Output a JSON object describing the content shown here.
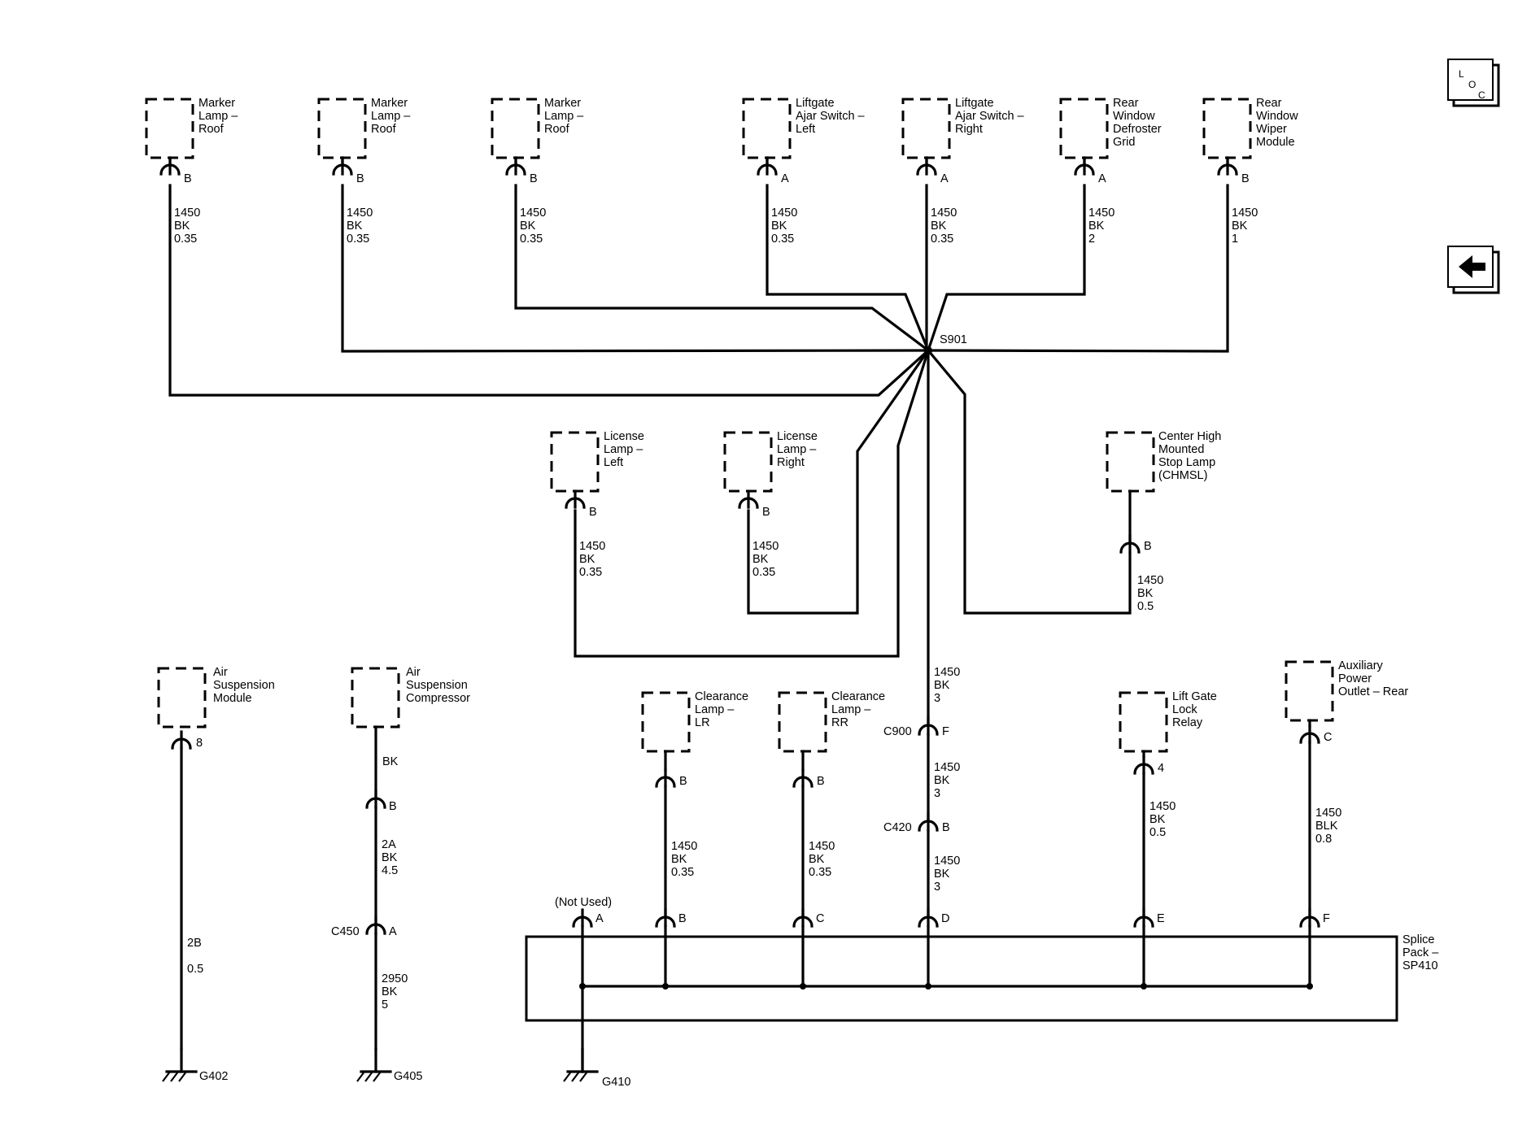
{
  "nav": {
    "loc_icon": "loc-icon",
    "back_icon": "back-arrow-icon",
    "loc_letters": [
      "L",
      "O",
      "C"
    ]
  },
  "splice": {
    "s901": "S901",
    "sp410_lines": [
      "Splice",
      "Pack –",
      "SP410"
    ],
    "not_used": "(Not Used)"
  },
  "components": [
    {
      "id": "marker-lamp-roof-1",
      "lines": [
        "Marker",
        "Lamp –",
        "Roof"
      ],
      "pin": "B",
      "wire": [
        "1450",
        "BK",
        "0.35"
      ]
    },
    {
      "id": "marker-lamp-roof-2",
      "lines": [
        "Marker",
        "Lamp –",
        "Roof"
      ],
      "pin": "B",
      "wire": [
        "1450",
        "BK",
        "0.35"
      ]
    },
    {
      "id": "marker-lamp-roof-3",
      "lines": [
        "Marker",
        "Lamp –",
        "Roof"
      ],
      "pin": "B",
      "wire": [
        "1450",
        "BK",
        "0.35"
      ]
    },
    {
      "id": "liftgate-ajar-switch-left",
      "lines": [
        "Liftgate",
        "Ajar Switch –",
        "Left"
      ],
      "pin": "A",
      "wire": [
        "1450",
        "BK",
        "0.35"
      ]
    },
    {
      "id": "liftgate-ajar-switch-right",
      "lines": [
        "Liftgate",
        "Ajar Switch –",
        "Right"
      ],
      "pin": "A",
      "wire": [
        "1450",
        "BK",
        "0.35"
      ]
    },
    {
      "id": "rear-window-defroster-grid",
      "lines": [
        "Rear",
        "Window",
        "Defroster",
        "Grid"
      ],
      "pin": "A",
      "wire": [
        "1450",
        "BK",
        "2"
      ]
    },
    {
      "id": "rear-window-wiper-module",
      "lines": [
        "Rear",
        "Window",
        "Wiper",
        "Module"
      ],
      "pin": "B",
      "wire": [
        "1450",
        "BK",
        "1"
      ]
    },
    {
      "id": "license-lamp-left",
      "lines": [
        "License",
        "Lamp –",
        "Left"
      ],
      "pin": "B",
      "wire": [
        "1450",
        "BK",
        "0.35"
      ]
    },
    {
      "id": "license-lamp-right",
      "lines": [
        "License",
        "Lamp –",
        "Right"
      ],
      "pin": "B",
      "wire": [
        "1450",
        "BK",
        "0.35"
      ]
    },
    {
      "id": "chmsl",
      "lines": [
        "Center High",
        "Mounted",
        "Stop Lamp",
        "(CHMSL)"
      ],
      "pin": "B",
      "wire": [
        "1450",
        "BK",
        "0.5"
      ]
    },
    {
      "id": "air-suspension-module",
      "lines": [
        "Air",
        "Suspension",
        "Module"
      ],
      "pin": "8",
      "wire": [
        "2B",
        "0.5"
      ]
    },
    {
      "id": "air-suspension-compressor",
      "lines": [
        "Air",
        "Suspension",
        "Compressor"
      ],
      "pin": "B",
      "wire": [
        "BK"
      ]
    },
    {
      "id": "clearance-lamp-lr",
      "lines": [
        "Clearance",
        "Lamp –",
        "LR"
      ],
      "pin": "B",
      "wire": [
        "1450",
        "BK",
        "0.35"
      ]
    },
    {
      "id": "clearance-lamp-rr",
      "lines": [
        "Clearance",
        "Lamp –",
        "RR"
      ],
      "pin": "B",
      "wire": [
        "1450",
        "BK",
        "0.35"
      ]
    },
    {
      "id": "lift-gate-lock-relay",
      "lines": [
        "Lift Gate",
        "Lock",
        "Relay"
      ],
      "pin": "4",
      "wire": [
        "1450",
        "BK",
        "0.5"
      ]
    },
    {
      "id": "aux-power-outlet-rear",
      "lines": [
        "Auxiliary",
        "Power",
        "Outlet – Rear"
      ],
      "pin": "C",
      "wire": [
        "1450",
        "BLK",
        "0.8"
      ]
    }
  ],
  "main_trunk": {
    "w1": [
      "1450",
      "BK",
      "3"
    ],
    "c900": "C900",
    "c900_pin": "F",
    "w2": [
      "1450",
      "BK",
      "3"
    ],
    "c420": "C420",
    "c420_pin": "B",
    "w3": [
      "1450",
      "BK",
      "3"
    ]
  },
  "compressor_path": {
    "w_after_b": [
      "2A",
      "BK",
      "4.5"
    ],
    "c450": "C450",
    "c450_pin": "A",
    "w_after_c450": [
      "2950",
      "BK",
      "5"
    ]
  },
  "sp410_pins": [
    "A",
    "B",
    "C",
    "D",
    "E",
    "F"
  ],
  "grounds": [
    "G402",
    "G405",
    "G410"
  ]
}
